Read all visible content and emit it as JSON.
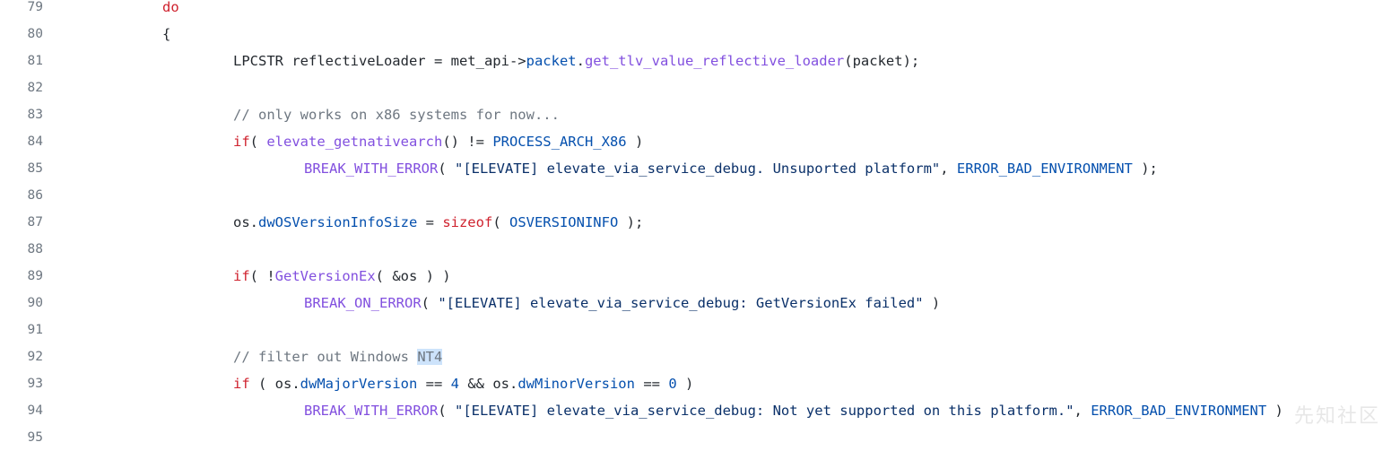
{
  "colors": {
    "keyword": "#cf222e",
    "function": "#8250df",
    "constant": "#0550ae",
    "comment": "#6e7781",
    "string": "#0a3069",
    "plain": "#24292f",
    "highlight": "#cde3fb"
  },
  "lines": [
    {
      "number": "79",
      "indent": 2,
      "tokens": [
        {
          "t": "do",
          "c": "keyword"
        }
      ]
    },
    {
      "number": "80",
      "indent": 2,
      "tokens": [
        {
          "t": "{",
          "c": "plain"
        }
      ]
    },
    {
      "number": "81",
      "indent": 3,
      "tokens": [
        {
          "t": "LPCSTR reflectiveLoader = met_api",
          "c": "plain"
        },
        {
          "t": "->",
          "c": "plain"
        },
        {
          "t": "packet",
          "c": "const"
        },
        {
          "t": ".",
          "c": "plain"
        },
        {
          "t": "get_tlv_value_reflective_loader",
          "c": "func"
        },
        {
          "t": "(packet);",
          "c": "plain"
        }
      ]
    },
    {
      "number": "82",
      "indent": 0,
      "tokens": []
    },
    {
      "number": "83",
      "indent": 3,
      "tokens": [
        {
          "t": "// only works on x86 systems for now...",
          "c": "comment"
        }
      ]
    },
    {
      "number": "84",
      "indent": 3,
      "tokens": [
        {
          "t": "if",
          "c": "keyword"
        },
        {
          "t": "( ",
          "c": "plain"
        },
        {
          "t": "elevate_getnativearch",
          "c": "func"
        },
        {
          "t": "() != ",
          "c": "plain"
        },
        {
          "t": "PROCESS_ARCH_X86",
          "c": "const"
        },
        {
          "t": " )",
          "c": "plain"
        }
      ]
    },
    {
      "number": "85",
      "indent": 4,
      "tokens": [
        {
          "t": "BREAK_WITH_ERROR",
          "c": "func"
        },
        {
          "t": "( ",
          "c": "plain"
        },
        {
          "t": "\"[ELEVATE] elevate_via_service_debug. Unsuported platform\"",
          "c": "string"
        },
        {
          "t": ", ",
          "c": "plain"
        },
        {
          "t": "ERROR_BAD_ENVIRONMENT",
          "c": "const"
        },
        {
          "t": " );",
          "c": "plain"
        }
      ]
    },
    {
      "number": "86",
      "indent": 0,
      "tokens": []
    },
    {
      "number": "87",
      "indent": 3,
      "tokens": [
        {
          "t": "os.",
          "c": "plain"
        },
        {
          "t": "dwOSVersionInfoSize",
          "c": "const"
        },
        {
          "t": " = ",
          "c": "plain"
        },
        {
          "t": "sizeof",
          "c": "keyword"
        },
        {
          "t": "( ",
          "c": "plain"
        },
        {
          "t": "OSVERSIONINFO",
          "c": "const"
        },
        {
          "t": " );",
          "c": "plain"
        }
      ]
    },
    {
      "number": "88",
      "indent": 0,
      "tokens": []
    },
    {
      "number": "89",
      "indent": 3,
      "tokens": [
        {
          "t": "if",
          "c": "keyword"
        },
        {
          "t": "( !",
          "c": "plain"
        },
        {
          "t": "GetVersionEx",
          "c": "func"
        },
        {
          "t": "( &os ) )",
          "c": "plain"
        }
      ]
    },
    {
      "number": "90",
      "indent": 4,
      "tokens": [
        {
          "t": "BREAK_ON_ERROR",
          "c": "func"
        },
        {
          "t": "( ",
          "c": "plain"
        },
        {
          "t": "\"[ELEVATE] elevate_via_service_debug: GetVersionEx failed\"",
          "c": "string"
        },
        {
          "t": " )",
          "c": "plain"
        }
      ]
    },
    {
      "number": "91",
      "indent": 0,
      "tokens": []
    },
    {
      "number": "92",
      "indent": 3,
      "tokens": [
        {
          "t": "// filter out Windows ",
          "c": "comment"
        },
        {
          "t": "NT4",
          "c": "comment",
          "hl": true
        }
      ]
    },
    {
      "number": "93",
      "indent": 3,
      "tokens": [
        {
          "t": "if",
          "c": "keyword"
        },
        {
          "t": " ( os.",
          "c": "plain"
        },
        {
          "t": "dwMajorVersion",
          "c": "const"
        },
        {
          "t": " == ",
          "c": "plain"
        },
        {
          "t": "4",
          "c": "const"
        },
        {
          "t": " && os.",
          "c": "plain"
        },
        {
          "t": "dwMinorVersion",
          "c": "const"
        },
        {
          "t": " == ",
          "c": "plain"
        },
        {
          "t": "0",
          "c": "const"
        },
        {
          "t": " )",
          "c": "plain"
        }
      ]
    },
    {
      "number": "94",
      "indent": 4,
      "tokens": [
        {
          "t": "BREAK_WITH_ERROR",
          "c": "func"
        },
        {
          "t": "( ",
          "c": "plain"
        },
        {
          "t": "\"[ELEVATE] elevate_via_service_debug: Not yet supported on this platform.\"",
          "c": "string"
        },
        {
          "t": ", ",
          "c": "plain"
        },
        {
          "t": "ERROR_BAD_ENVIRONMENT",
          "c": "const"
        },
        {
          "t": " )",
          "c": "plain"
        }
      ]
    },
    {
      "number": "95",
      "indent": 0,
      "tokens": []
    }
  ],
  "watermark": "先知社区"
}
